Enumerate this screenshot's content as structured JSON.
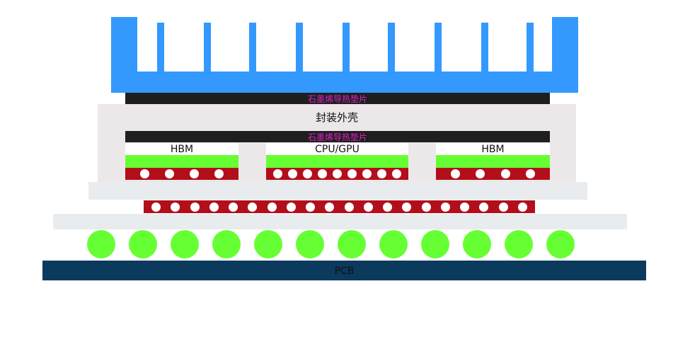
{
  "labels": {
    "pad_top": "石墨烯导热垫片",
    "housing": "封装外壳",
    "pad_inner": "石墨烯导热垫片",
    "chip_left": "HBM",
    "chip_center": "CPU/GPU",
    "chip_right": "HBM",
    "pcb": "PCB"
  },
  "colors": {
    "heatsink": "#3399ff",
    "pad": "#1f1f1f",
    "pad_text": "#e020c8",
    "housing": "#ece8ea",
    "chip_die": "#66ff33",
    "bump_strip": "#b30f1a",
    "substrate": "#e9ecee",
    "solder_ball": "#66ff33",
    "pcb": "#0b3a5c"
  },
  "counts": {
    "chip_left_bumps": 4,
    "chip_center_bumps": 9,
    "chip_right_bumps": 4,
    "interposer_bumps": 20,
    "solder_balls": 12
  }
}
